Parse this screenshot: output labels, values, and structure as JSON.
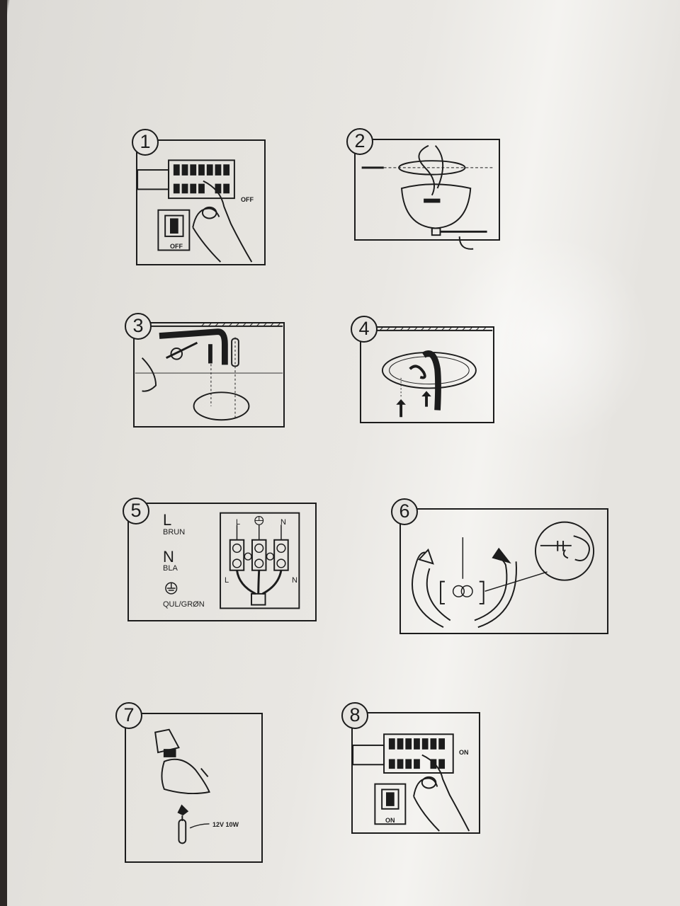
{
  "steps": [
    {
      "number": "1",
      "switch_label": "OFF",
      "breaker_label": "OFF"
    },
    {
      "number": "2"
    },
    {
      "number": "3"
    },
    {
      "number": "4"
    },
    {
      "number": "5",
      "legend": [
        {
          "symbol": "L",
          "name": "BRUN"
        },
        {
          "symbol": "N",
          "name": "BLA"
        },
        {
          "symbol": "earth-symbol",
          "name": "QUL/GRØN"
        }
      ],
      "terminal_labels": {
        "top_left": "L",
        "top_right": "N",
        "bottom_left": "L",
        "bottom_right": "N"
      }
    },
    {
      "number": "6"
    },
    {
      "number": "7",
      "bulb_spec": "12V 10W"
    },
    {
      "number": "8",
      "switch_label": "ON",
      "breaker_label": "ON"
    }
  ]
}
